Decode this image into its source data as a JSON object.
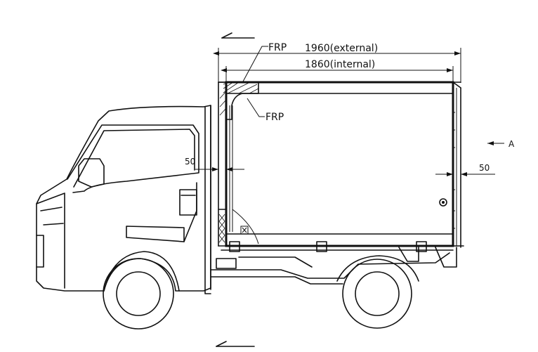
{
  "labels": {
    "frp_top": "FRP",
    "frp_corner": "FRP",
    "external_dim": "1960(external)",
    "internal_dim": "1860(internal)",
    "wall_left": "50",
    "wall_right": "50",
    "view_a": "A"
  }
}
